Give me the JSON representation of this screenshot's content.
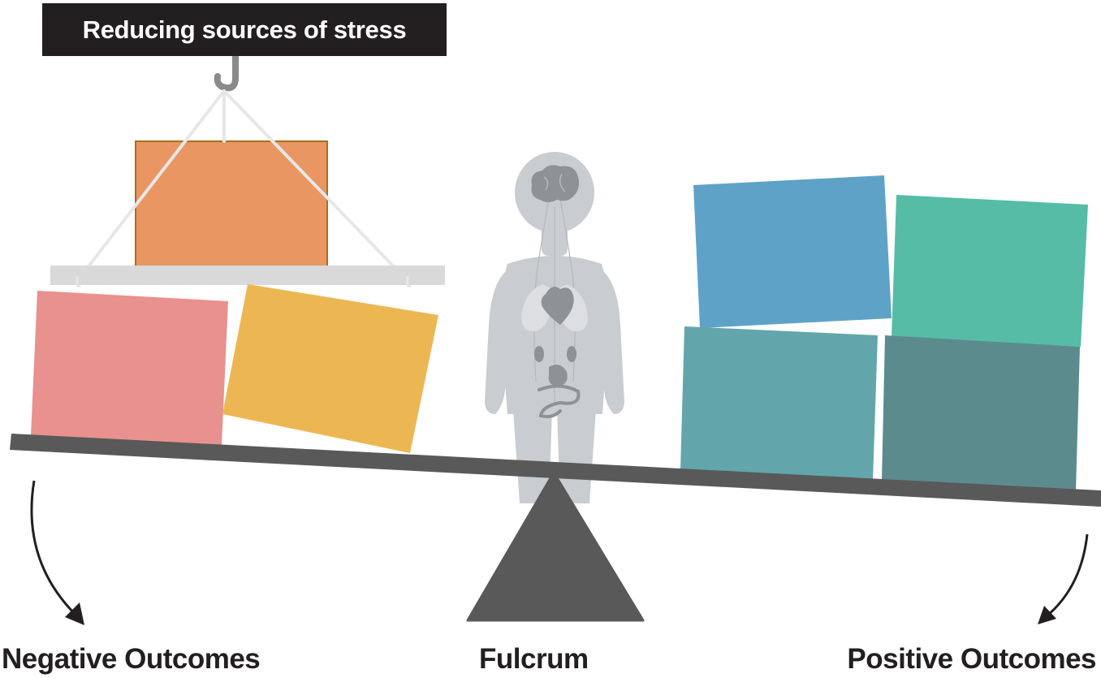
{
  "title": "Reducing sources of stress",
  "labels": {
    "left": "Negative Outcomes",
    "center": "Fulcrum",
    "right": "Positive Outcomes"
  },
  "colors": {
    "title_bg": "#231f20",
    "hanging_block": "#e99663",
    "left_block_1": "#e8918f",
    "left_block_2": "#ecb752",
    "right_block_top_1": "#5fa2c8",
    "right_block_top_2": "#56bca6",
    "right_block_bottom_1": "#62a6ab",
    "right_block_bottom_2": "#5c8b8e",
    "beam": "#595959",
    "fulcrum": "#595959",
    "figure": "#c9ccd0",
    "figure_organs": "#8e9196"
  },
  "icons": [
    "hook-icon",
    "sling-icon",
    "human-body-icon",
    "brain-icon",
    "heart-icon",
    "lungs-icon",
    "kidneys-icon",
    "stomach-icon",
    "curved-arrow-icon"
  ]
}
